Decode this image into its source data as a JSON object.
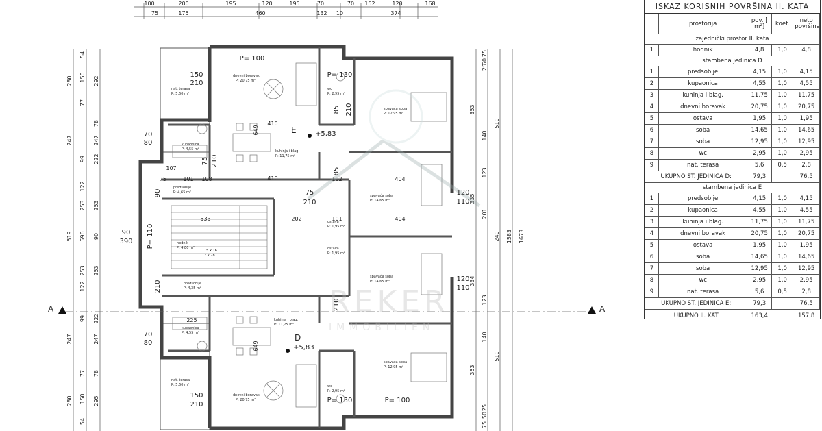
{
  "table": {
    "title": "ISKAZ KORISNIH POVRŠINA II. KATA",
    "headers": [
      "",
      "prostorija",
      "pov. [ m²]",
      "koef.",
      "neto površina"
    ],
    "sections": [
      {
        "heading": "zajednički prostor II. kata",
        "rows": [
          [
            "1",
            "hodnik",
            "4,8",
            "1,0",
            "4,8"
          ]
        ],
        "total": null
      },
      {
        "heading": "stambena jedinica D",
        "rows": [
          [
            "1",
            "predsoblje",
            "4,15",
            "1,0",
            "4,15"
          ],
          [
            "2",
            "kupaonica",
            "4,55",
            "1,0",
            "4,55"
          ],
          [
            "3",
            "kuhinja i blag.",
            "11,75",
            "1,0",
            "11,75"
          ],
          [
            "4",
            "dnevni boravak",
            "20,75",
            "1,0",
            "20,75"
          ],
          [
            "5",
            "ostava",
            "1,95",
            "1,0",
            "1,95"
          ],
          [
            "6",
            "soba",
            "14,65",
            "1,0",
            "14,65"
          ],
          [
            "7",
            "soba",
            "12,95",
            "1,0",
            "12,95"
          ],
          [
            "8",
            "wc",
            "2,95",
            "1,0",
            "2,95"
          ],
          [
            "9",
            "nat. terasa",
            "5,6",
            "0,5",
            "2,8"
          ]
        ],
        "total": [
          "UKUPNO ST. JEDINICA D:",
          "79,3",
          "76,5"
        ]
      },
      {
        "heading": "stambena jedinica E",
        "rows": [
          [
            "1",
            "predsoblje",
            "4,15",
            "1,0",
            "4,15"
          ],
          [
            "2",
            "kupaonica",
            "4,55",
            "1,0",
            "4,55"
          ],
          [
            "3",
            "kuhinja i blag.",
            "11,75",
            "1,0",
            "11,75"
          ],
          [
            "4",
            "dnevni boravak",
            "20,75",
            "1,0",
            "20,75"
          ],
          [
            "5",
            "ostava",
            "1,95",
            "1,0",
            "1,95"
          ],
          [
            "6",
            "soba",
            "14,65",
            "1,0",
            "14,65"
          ],
          [
            "7",
            "soba",
            "12,95",
            "1,0",
            "12,95"
          ],
          [
            "8",
            "wc",
            "2,95",
            "1,0",
            "2,95"
          ],
          [
            "9",
            "nat. terasa",
            "5,6",
            "0,5",
            "2,8"
          ]
        ],
        "total": [
          "UKUPNO ST. JEDINICA E:",
          "79,3",
          "76,5"
        ]
      }
    ],
    "grand_total": [
      "UKUPNO II. KAT",
      "163,4",
      "157,8"
    ]
  },
  "plan": {
    "top_dims_row1": [
      "100",
      "200",
      "195",
      "120",
      "195",
      "70",
      "70",
      "152",
      "120",
      "168"
    ],
    "top_dims_row2": [
      "75",
      "175",
      "460",
      "132",
      "10",
      "374"
    ],
    "left_dims_outer": [
      "280",
      "247",
      "519",
      "596",
      "247",
      "280"
    ],
    "left_dims_inner": [
      "54",
      "150",
      "77",
      "99",
      "122",
      "253",
      "90",
      "253",
      "122",
      "99",
      "77",
      "150",
      "54"
    ],
    "left_dims_third": [
      "292",
      "78",
      "247",
      "222",
      "253",
      "253",
      "222",
      "247",
      "78",
      "295"
    ],
    "right_dims": [
      "75",
      "50",
      "25",
      "353",
      "510",
      "140",
      "123",
      "335",
      "201",
      "240",
      "1583",
      "1673",
      "334",
      "123",
      "140",
      "510",
      "353",
      "25",
      "50",
      "75"
    ],
    "units": [
      "E",
      "D"
    ],
    "level": "+5,83",
    "section_label": "A",
    "watermark_word": "REKER",
    "watermark_sub": "IMMOBILIEN",
    "door_codes": [
      "150",
      "210",
      "70",
      "80",
      "75",
      "210",
      "85",
      "210",
      "120",
      "110",
      "90",
      "390",
      "P= 110",
      "P= 100",
      "P= 130",
      "75",
      "210",
      "90",
      "210",
      "85",
      "210",
      "70",
      "80",
      "150",
      "210",
      "P= 130",
      "P= 100",
      "120",
      "110"
    ],
    "room_dims": [
      "410",
      "410",
      "107",
      "101",
      "108",
      "102",
      "404",
      "404",
      "202",
      "101",
      "533",
      "225",
      "75",
      "649",
      "649"
    ],
    "rooms": {
      "e_living": [
        "dnevni boravak",
        "P: 20,75 m²"
      ],
      "e_terrace": [
        "nat. terasa",
        "P: 5,60 m²"
      ],
      "e_bath": [
        "kupaonica",
        "P: 4,55 m²"
      ],
      "e_kitchen": [
        "kuhinja i blag.",
        "P: 11,75 m²"
      ],
      "e_hall": [
        "predsoblje",
        "P: 4,65 m²"
      ],
      "e_wc": [
        "wc",
        "P: 2,95 m²"
      ],
      "e_bed1": [
        "spavaća soba",
        "P: 12,95 m²"
      ],
      "e_bed2": [
        "spavaća soba",
        "P: 14,65 m²"
      ],
      "e_storage": [
        "ostava",
        "P: 1,95 m²"
      ],
      "corridor": [
        "hodnik",
        "P: 4,80 m²"
      ],
      "stairs": [
        "15 x 16",
        "7 x 28"
      ],
      "d_hall": [
        "predsoblje",
        "P: 4,35 m²"
      ],
      "d_storage": [
        "ostava",
        "P: 1,95 m²"
      ],
      "d_bed2": [
        "spavaća soba",
        "P: 14,65 m²"
      ],
      "d_kitchen": [
        "kuhinja i blag.",
        "P: 11,75 m²"
      ],
      "d_bath": [
        "kupaonica",
        "P: 4,55 m²"
      ],
      "d_bed1": [
        "spavaća soba",
        "P: 12,95 m²"
      ],
      "d_terrace": [
        "nat. terasa",
        "P: 5,60 m²"
      ],
      "d_living": [
        "dnevni boravak",
        "P: 20,75 m²"
      ],
      "d_wc": [
        "wc",
        "P: 2,95 m²"
      ]
    }
  }
}
